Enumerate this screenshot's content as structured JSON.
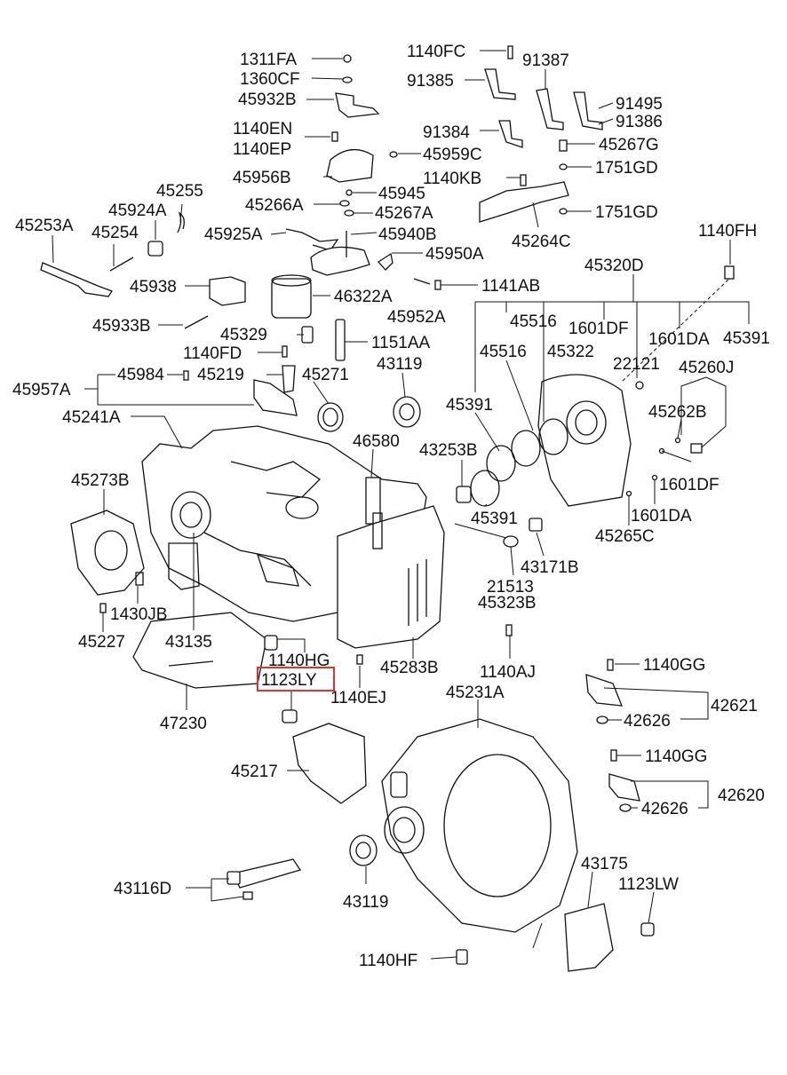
{
  "highlight_color": "#e0322f",
  "highlighted_part": "1123LY",
  "labels": {
    "l1311FA": "1311FA",
    "l1360CF": "1360CF",
    "l45932B": "45932B",
    "l1140EN": "1140EN",
    "l1140EP": "1140EP",
    "l45959C": "45959C",
    "l45956B": "45956B",
    "l45945": "45945",
    "l45266A": "45266A",
    "l45267A": "45267A",
    "l45255": "45255",
    "l45924A": "45924A",
    "l45253A": "45253A",
    "l45254": "45254",
    "l45925A": "45925A",
    "l45940B": "45940B",
    "l45950A": "45950A",
    "l45938": "45938",
    "l46322A": "46322A",
    "l45952A": "45952A",
    "l45933B": "45933B",
    "l45329": "45329",
    "l1151AA": "1151AA",
    "l1140FD": "1140FD",
    "l45984": "45984",
    "l45219": "45219",
    "l45271": "45271",
    "l43119a": "43119",
    "l45957A": "45957A",
    "l45241A": "45241A",
    "l46580": "46580",
    "l1140FC": "1140FC",
    "l91387": "91387",
    "l91385": "91385",
    "l91495": "91495",
    "l91386": "91386",
    "l91384": "91384",
    "l45267G": "45267G",
    "l1751GDa": "1751GD",
    "l1140KB": "1140KB",
    "l1751GDb": "1751GD",
    "l45264C": "45264C",
    "l1140FH": "1140FH",
    "l45320D": "45320D",
    "l1141AB": "1141AB",
    "l45516a": "45516",
    "l1601DFa": "1601DF",
    "l45516b": "45516",
    "l45322": "45322",
    "l1601DAa": "1601DA",
    "l45391a": "45391",
    "l22121": "22121",
    "l45260J": "45260J",
    "l45391b": "45391",
    "l45262B": "45262B",
    "l43253B": "43253B",
    "l45391c": "45391",
    "l1601DFb": "1601DF",
    "l1601DAb": "1601DA",
    "l45265C": "45265C",
    "l43171B": "43171B",
    "l21513": "21513",
    "l45323B": "45323B",
    "l45273B": "45273B",
    "l1430JB": "1430JB",
    "l45227": "45227",
    "l43135": "43135",
    "l1140HG": "1140HG",
    "l1123LY": "1123LY",
    "l1140EJ": "1140EJ",
    "l45283B": "45283B",
    "l1140AJ": "1140AJ",
    "l47230": "47230",
    "l45231A": "45231A",
    "l1140GGa": "1140GG",
    "l42621": "42621",
    "l42626a": "42626",
    "l45217": "45217",
    "l1140GGb": "1140GG",
    "l42620": "42620",
    "l42626b": "42626",
    "l43175": "43175",
    "l1123LW": "1123LW",
    "l43116D": "43116D",
    "l43119b": "43119",
    "l1140HF": "1140HF"
  }
}
